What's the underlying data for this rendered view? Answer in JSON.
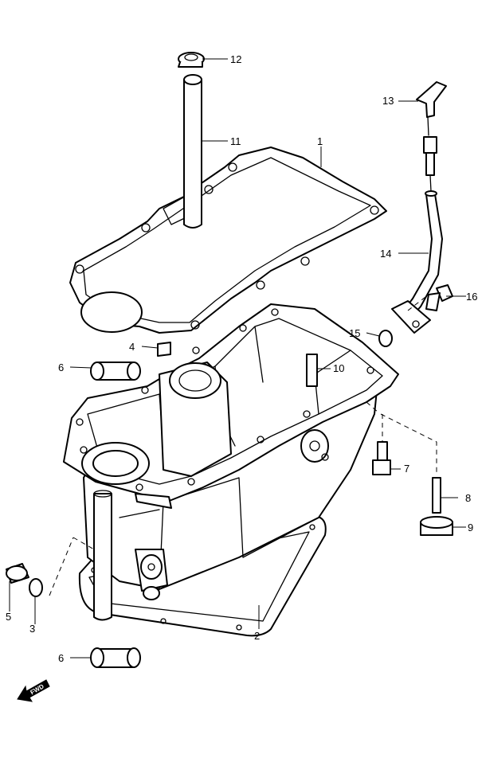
{
  "callouts": [
    {
      "id": "c1",
      "label": "1"
    },
    {
      "id": "c2",
      "label": "2"
    },
    {
      "id": "c3",
      "label": "3"
    },
    {
      "id": "c4",
      "label": "4"
    },
    {
      "id": "c5",
      "label": "5"
    },
    {
      "id": "c6a",
      "label": "6"
    },
    {
      "id": "c6b",
      "label": "6"
    },
    {
      "id": "c7",
      "label": "7"
    },
    {
      "id": "c8",
      "label": "8"
    },
    {
      "id": "c9",
      "label": "9"
    },
    {
      "id": "c10",
      "label": "10"
    },
    {
      "id": "c11",
      "label": "11"
    },
    {
      "id": "c12",
      "label": "12"
    },
    {
      "id": "c13",
      "label": "13"
    },
    {
      "id": "c14",
      "label": "14"
    },
    {
      "id": "c15",
      "label": "15"
    },
    {
      "id": "c16",
      "label": "16"
    }
  ],
  "fwd_label": "FWD",
  "colors": {
    "line": "#000000",
    "background": "#ffffff"
  }
}
